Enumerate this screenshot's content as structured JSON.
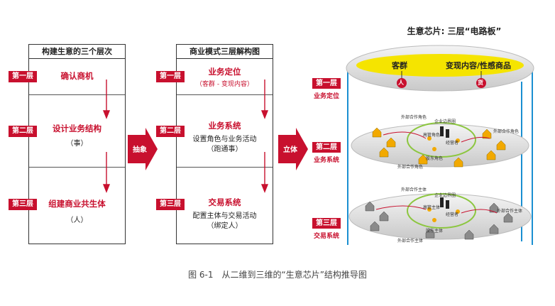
{
  "panel1": {
    "title": "构建生意的三个层次",
    "layers": [
      {
        "badge": "第一层",
        "title": "确认商机",
        "sub": ""
      },
      {
        "badge": "第二层",
        "title": "设计业务结构",
        "sub": "（事）"
      },
      {
        "badge": "第三层",
        "title": "组建商业共生体",
        "sub": "（人）"
      }
    ]
  },
  "arrow1": "抽象",
  "panel2": {
    "title": "商业模式三层解构图",
    "layers": [
      {
        "badge": "第一层",
        "title": "业务定位",
        "sub": "（客群 - 变现内容）"
      },
      {
        "badge": "第二层",
        "title": "业务系统",
        "sub": "设置角色与业务活动",
        "sub2": "（跑通事）"
      },
      {
        "badge": "第三层",
        "title": "交易系统",
        "sub": "配置主体与交易活动",
        "sub2": "（绑定人）"
      }
    ]
  },
  "arrow2": "立体",
  "chip": {
    "title": "生意芯片: 三层“电路板”",
    "top_left": "客群",
    "top_right": "变现内容/性感商品",
    "node_left": "人",
    "node_right": "货",
    "labels": [
      {
        "badge": "第一层",
        "name": "业务定位"
      },
      {
        "badge": "第二层",
        "name": "业务系统"
      },
      {
        "badge": "第三层",
        "name": "交易系统"
      }
    ],
    "l2": {
      "outer": "外部合作角色",
      "boundary": "企业边界圈",
      "senior": "高管角色",
      "staff": "股东角色",
      "mgr": "经营者",
      "outer2": "外部合作角色",
      "outer3": "外部合作角色"
    },
    "l3": {
      "outer": "外部合作主体",
      "boundary": "企业边界圈",
      "senior": "高管主体",
      "staff": "股东主体",
      "mgr": "经营者",
      "outer2": "外部合作主体",
      "outer3": "外部合作主体"
    }
  },
  "caption": "图 6-1　从二维到三维的“生意芯片”结构推导图",
  "colors": {
    "accent": "#c8102e",
    "yellow": "#f5e400",
    "green": "#8cc63f",
    "blue": "#1a8fd1"
  }
}
